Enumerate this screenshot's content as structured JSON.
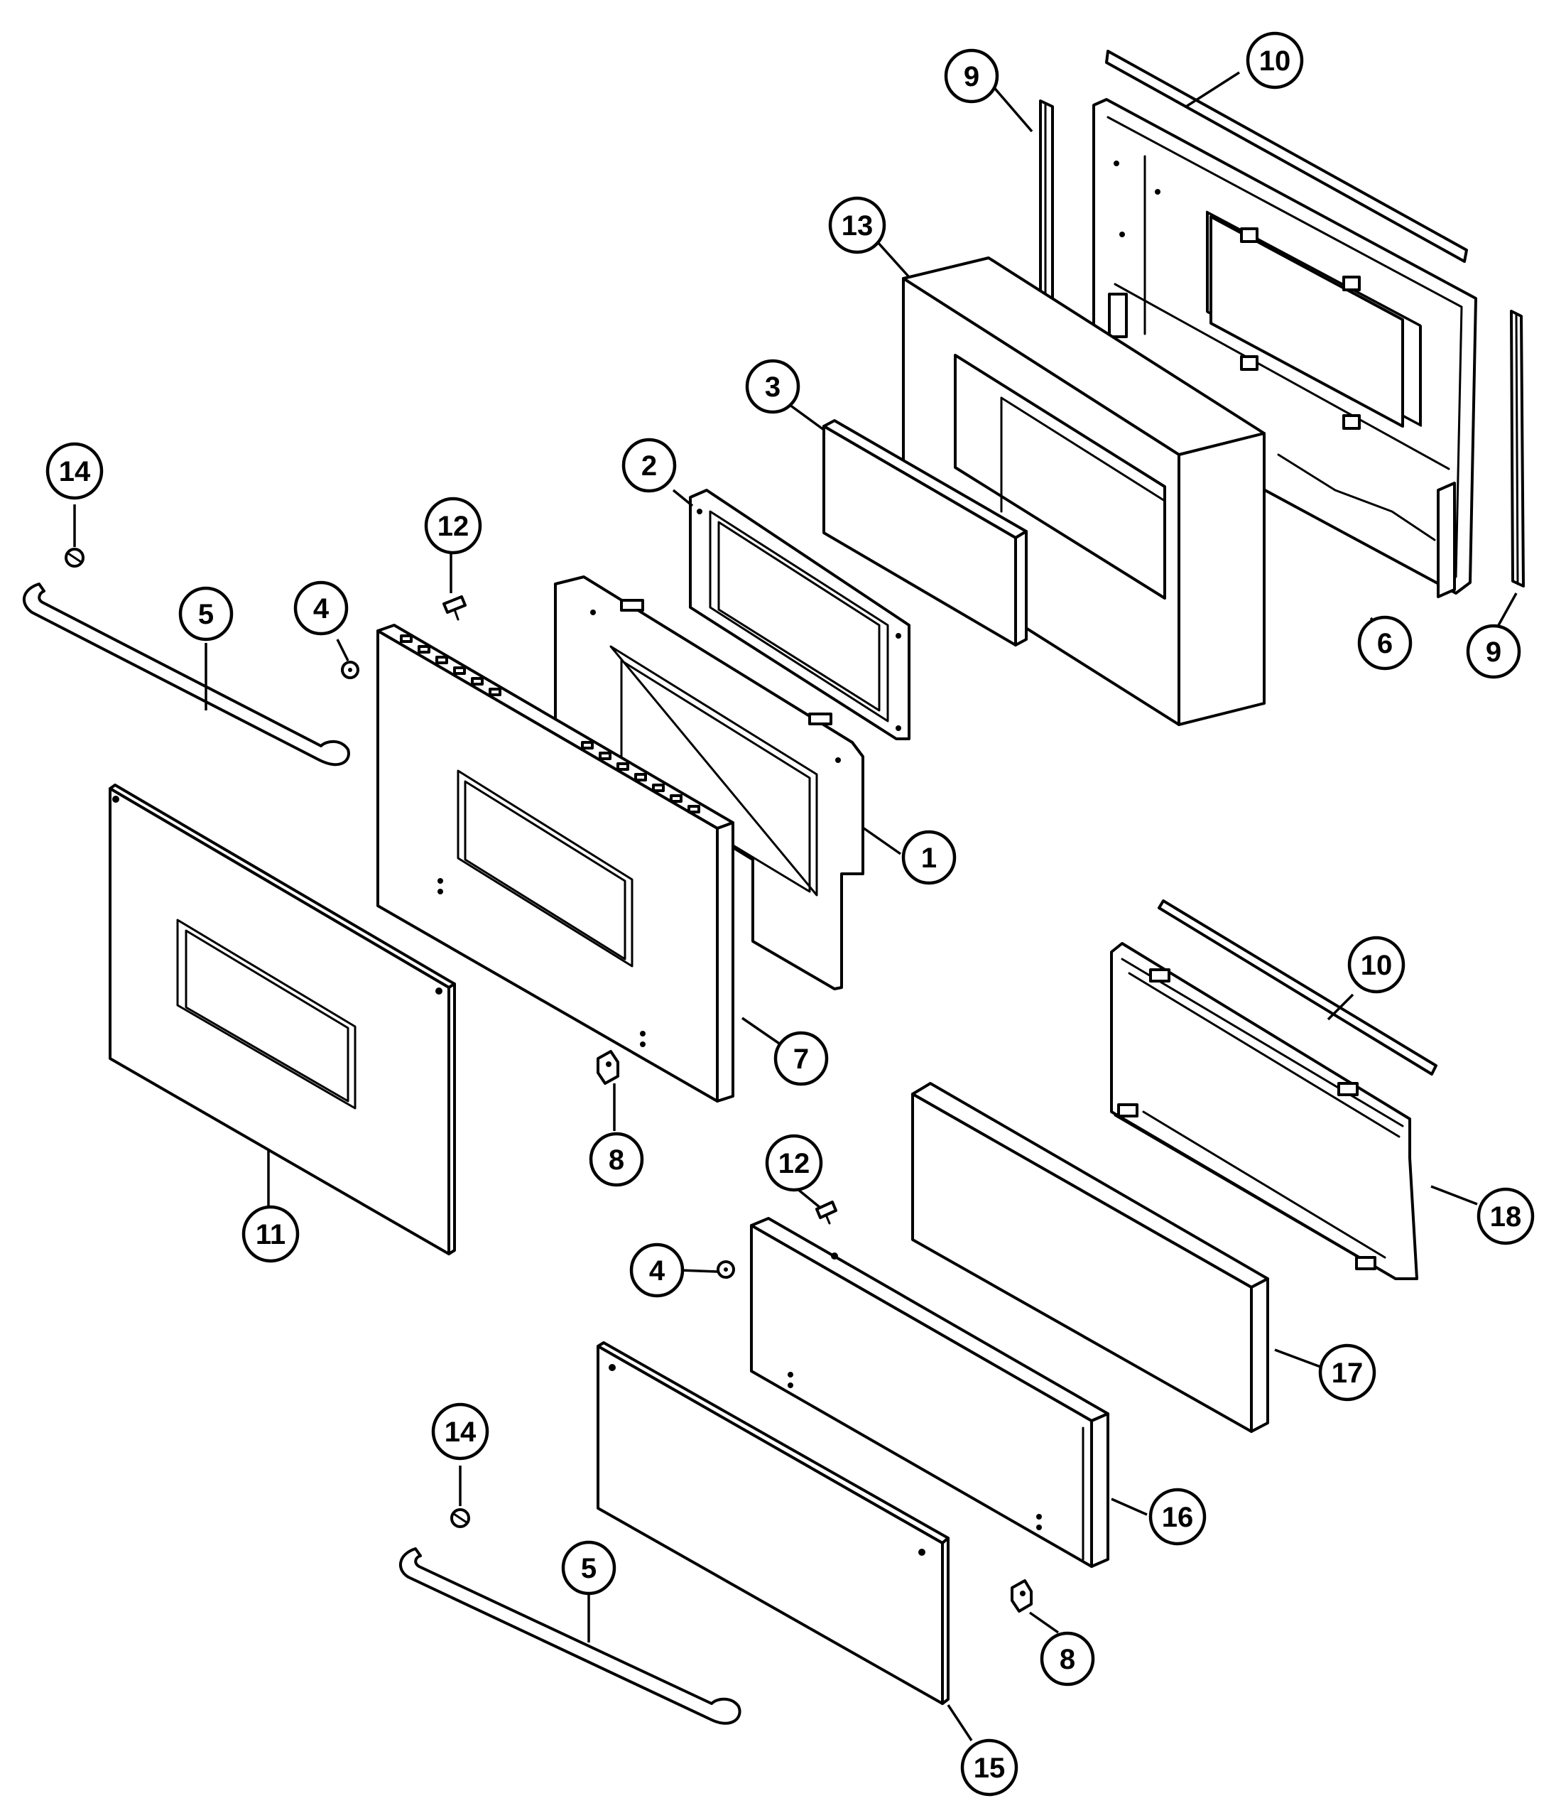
{
  "callouts": [
    {
      "id": "c1",
      "label": "1"
    },
    {
      "id": "c2",
      "label": "2"
    },
    {
      "id": "c3",
      "label": "3"
    },
    {
      "id": "c4a",
      "label": "4"
    },
    {
      "id": "c4b",
      "label": "4"
    },
    {
      "id": "c5a",
      "label": "5"
    },
    {
      "id": "c5b",
      "label": "5"
    },
    {
      "id": "c6",
      "label": "6"
    },
    {
      "id": "c7",
      "label": "7"
    },
    {
      "id": "c8a",
      "label": "8"
    },
    {
      "id": "c8b",
      "label": "8"
    },
    {
      "id": "c9a",
      "label": "9"
    },
    {
      "id": "c9b",
      "label": "9"
    },
    {
      "id": "c10a",
      "label": "10"
    },
    {
      "id": "c10b",
      "label": "10"
    },
    {
      "id": "c11",
      "label": "11"
    },
    {
      "id": "c12a",
      "label": "12"
    },
    {
      "id": "c12b",
      "label": "12"
    },
    {
      "id": "c13",
      "label": "13"
    },
    {
      "id": "c14a",
      "label": "14"
    },
    {
      "id": "c14b",
      "label": "14"
    },
    {
      "id": "c15",
      "label": "15"
    },
    {
      "id": "c16",
      "label": "16"
    },
    {
      "id": "c17",
      "label": "17"
    },
    {
      "id": "c18",
      "label": "18"
    }
  ],
  "colors": {
    "line": "#000000",
    "background": "#ffffff"
  }
}
